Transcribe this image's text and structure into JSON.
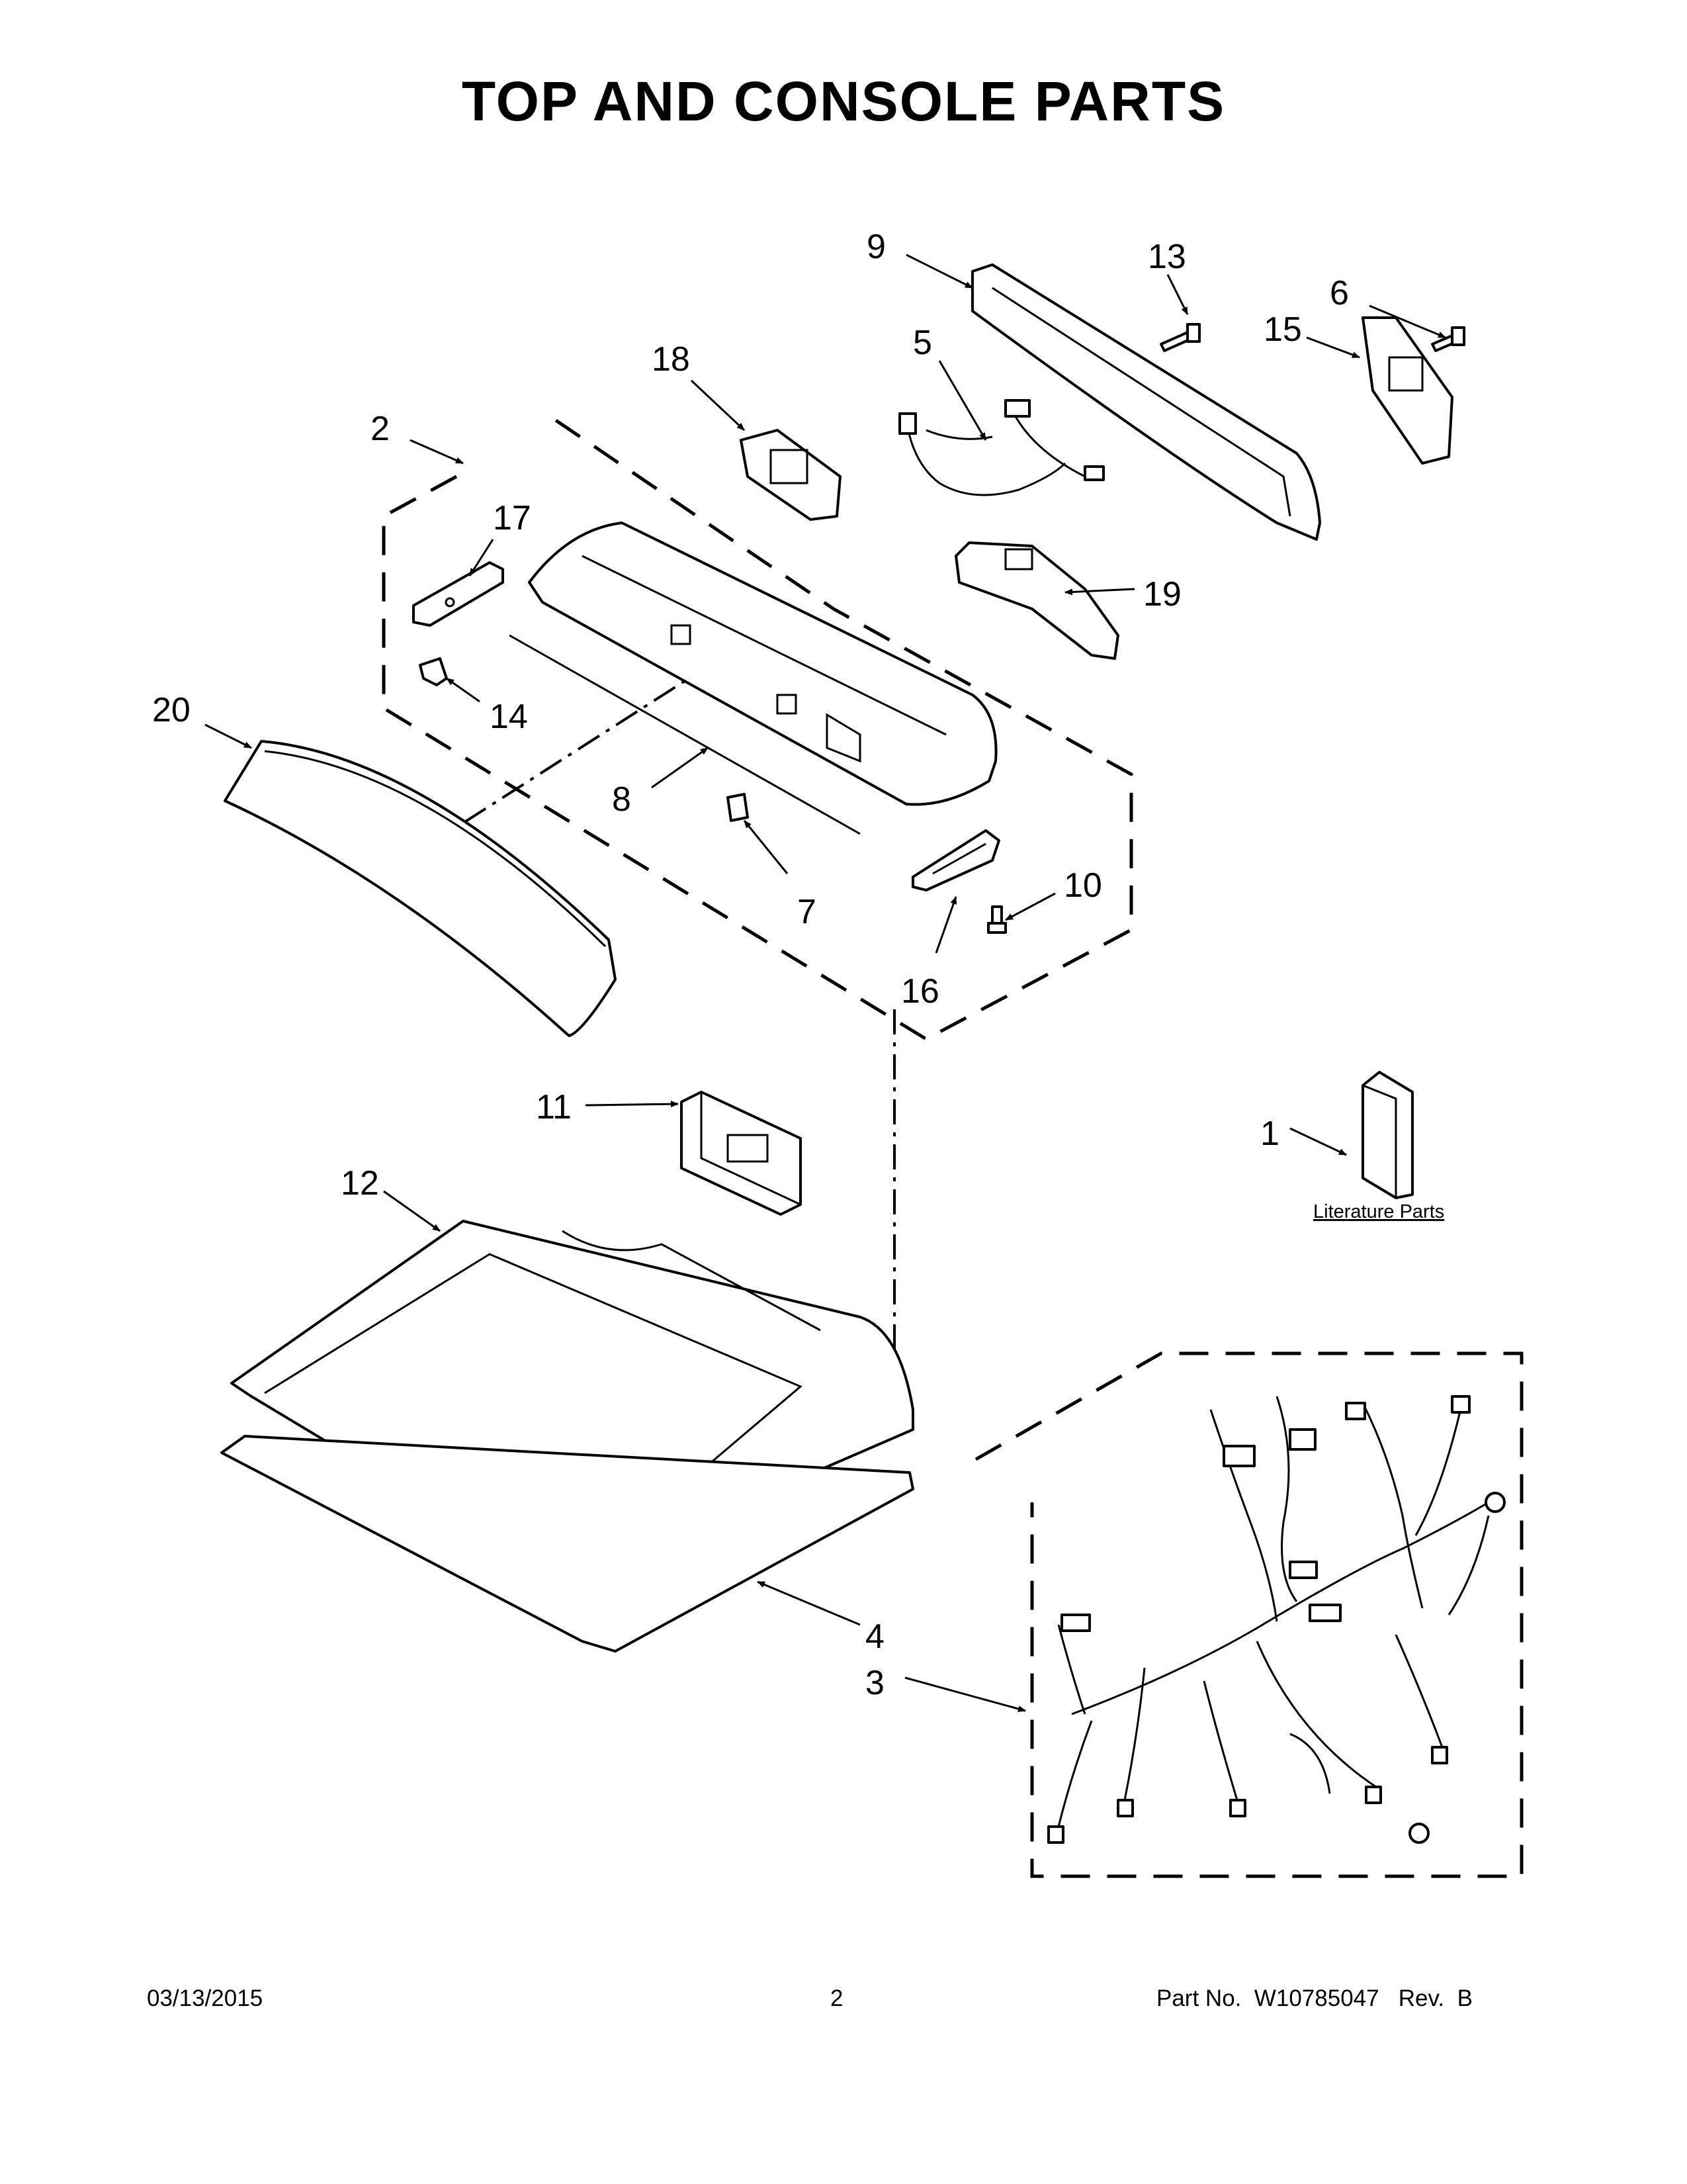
{
  "title": "TOP AND CONSOLE PARTS",
  "callouts": {
    "c1": "1",
    "c2": "2",
    "c3": "3",
    "c4": "4",
    "c5": "5",
    "c6": "6",
    "c7": "7",
    "c8": "8",
    "c9": "9",
    "c10": "10",
    "c11": "11",
    "c12": "12",
    "c13": "13",
    "c14": "14",
    "c15": "15",
    "c16": "16",
    "c17": "17",
    "c18": "18",
    "c19": "19",
    "c20": "20"
  },
  "literature_label": "Literature Parts",
  "footer": {
    "date": "03/13/2015",
    "page": "2",
    "part_no": "Part No.  W10785047   Rev.  B"
  }
}
